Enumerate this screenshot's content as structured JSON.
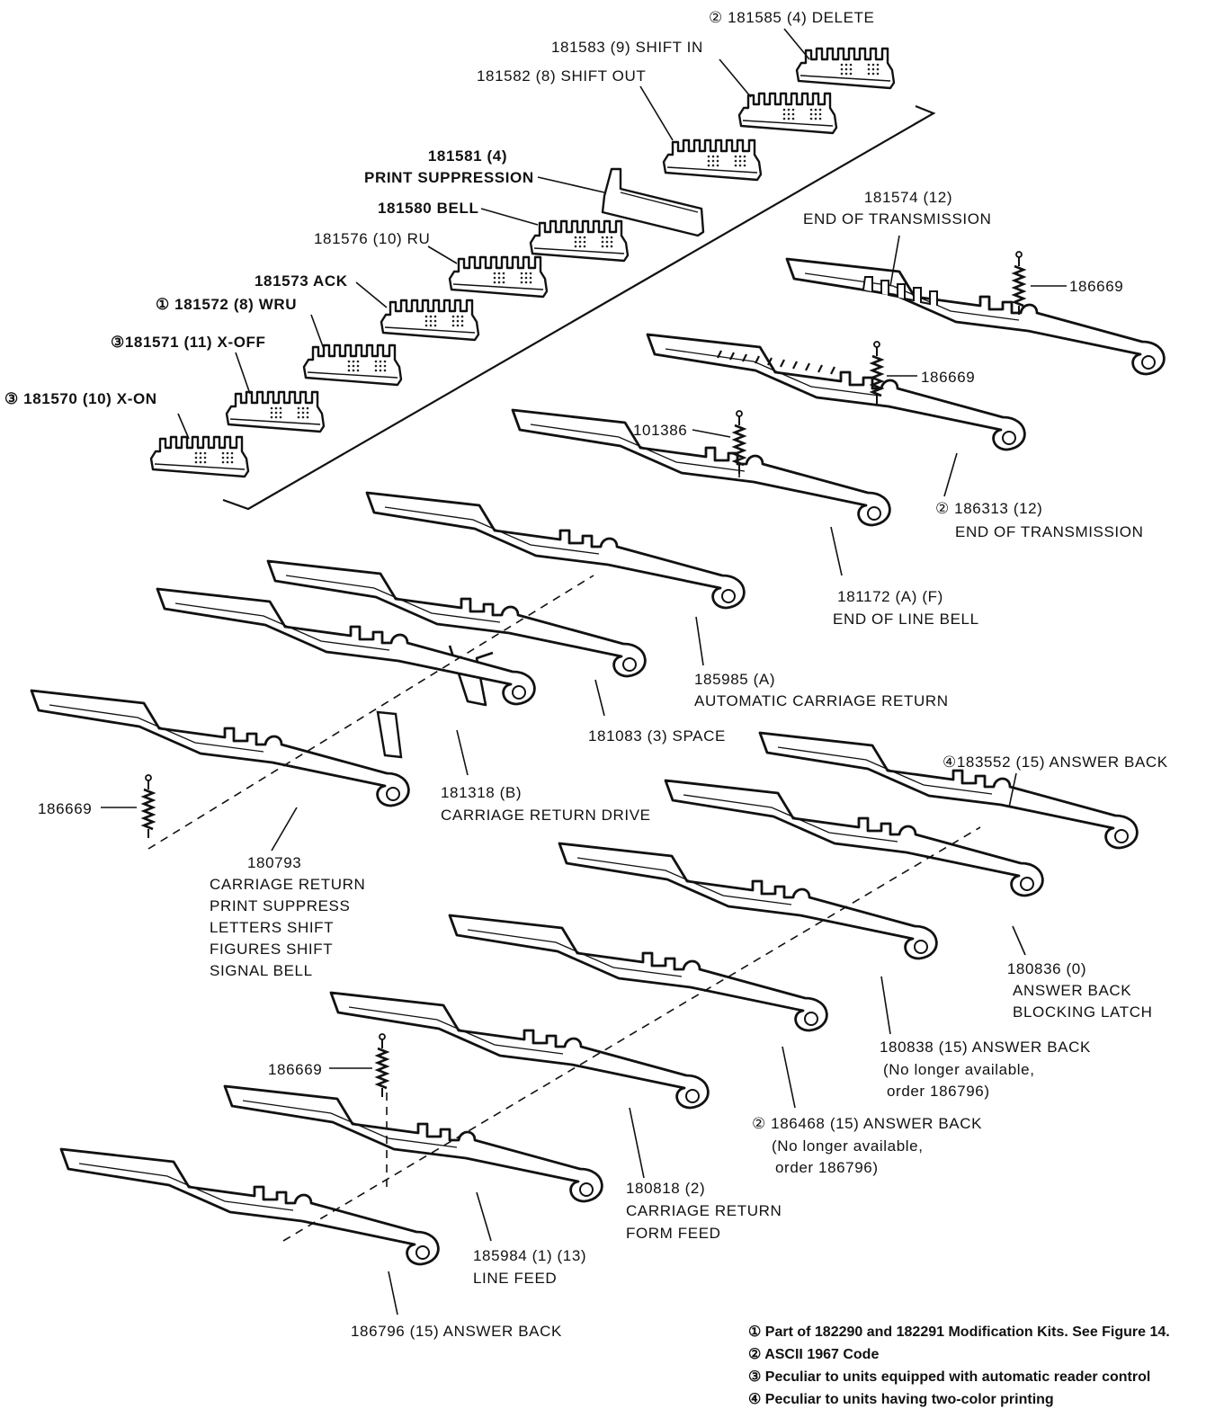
{
  "labels": {
    "delete": "② 181585 (4)  DELETE",
    "shift_in": "181583 (9) SHIFT IN",
    "shift_out": "181582 (8) SHIFT OUT",
    "print_supp_num": "181581 (4)",
    "print_supp_name": "PRINT SUPPRESSION",
    "bell": "181580 BELL",
    "ru": "181576 (10) RU",
    "ack": "181573 ACK",
    "wru": "① 181572 (8) WRU",
    "xoff": "③181571 (11) X-OFF",
    "xon": "③ 181570 (10) X-ON",
    "eot1_num": "181574 (12)",
    "eot1_name": "END OF TRANSMISSION",
    "spring1": "186669",
    "spring2": "186669",
    "spring3": "101386",
    "eot2_num": "② 186313 (12)",
    "eot2_name": "END OF TRANSMISSION",
    "eol_num": "181172 (A) (F)",
    "eol_name": "END OF LINE BELL",
    "acr_num": "185985 (A)",
    "acr_name": "AUTOMATIC CARRIAGE RETURN",
    "space": "181083 (3) SPACE",
    "crd_num": "181318 (B)",
    "crd_name": "CARRIAGE RETURN DRIVE",
    "ab4": "④183552 (15) ANSWER BACK",
    "spring4": "186669",
    "cr_num": "180793",
    "cr_l1": "CARRIAGE RETURN",
    "cr_l2": "PRINT SUPPRESS",
    "cr_l3": "LETTERS SHIFT",
    "cr_l4": "FIGURES SHIFT",
    "cr_l5": "SIGNAL BELL",
    "bl_num": "180836 (0)",
    "bl_l1": "ANSWER BACK",
    "bl_l2": "BLOCKING LATCH",
    "ab838_num": "180838 (15) ANSWER BACK",
    "ab838_l1": "(No longer available,",
    "ab838_l2": "order 186796)",
    "ab468_num": "② 186468 (15) ANSWER BACK",
    "ab468_l1": "(No longer available,",
    "ab468_l2": "order 186796)",
    "spring5": "186669",
    "ff_num": "180818 (2)",
    "ff_l1": "CARRIAGE RETURN",
    "ff_l2": "FORM FEED",
    "lf_num": "185984 (1) (13)",
    "lf_name": "LINE FEED",
    "ab796": "186796 (15) ANSWER BACK"
  },
  "notes": [
    "① Part of 182290 and 182291 Modification Kits. See Figure 14.",
    "② ASCII 1967 Code",
    "③ Peculiar to units equipped with automatic reader control",
    "④ Peculiar to units having two-color printing"
  ]
}
